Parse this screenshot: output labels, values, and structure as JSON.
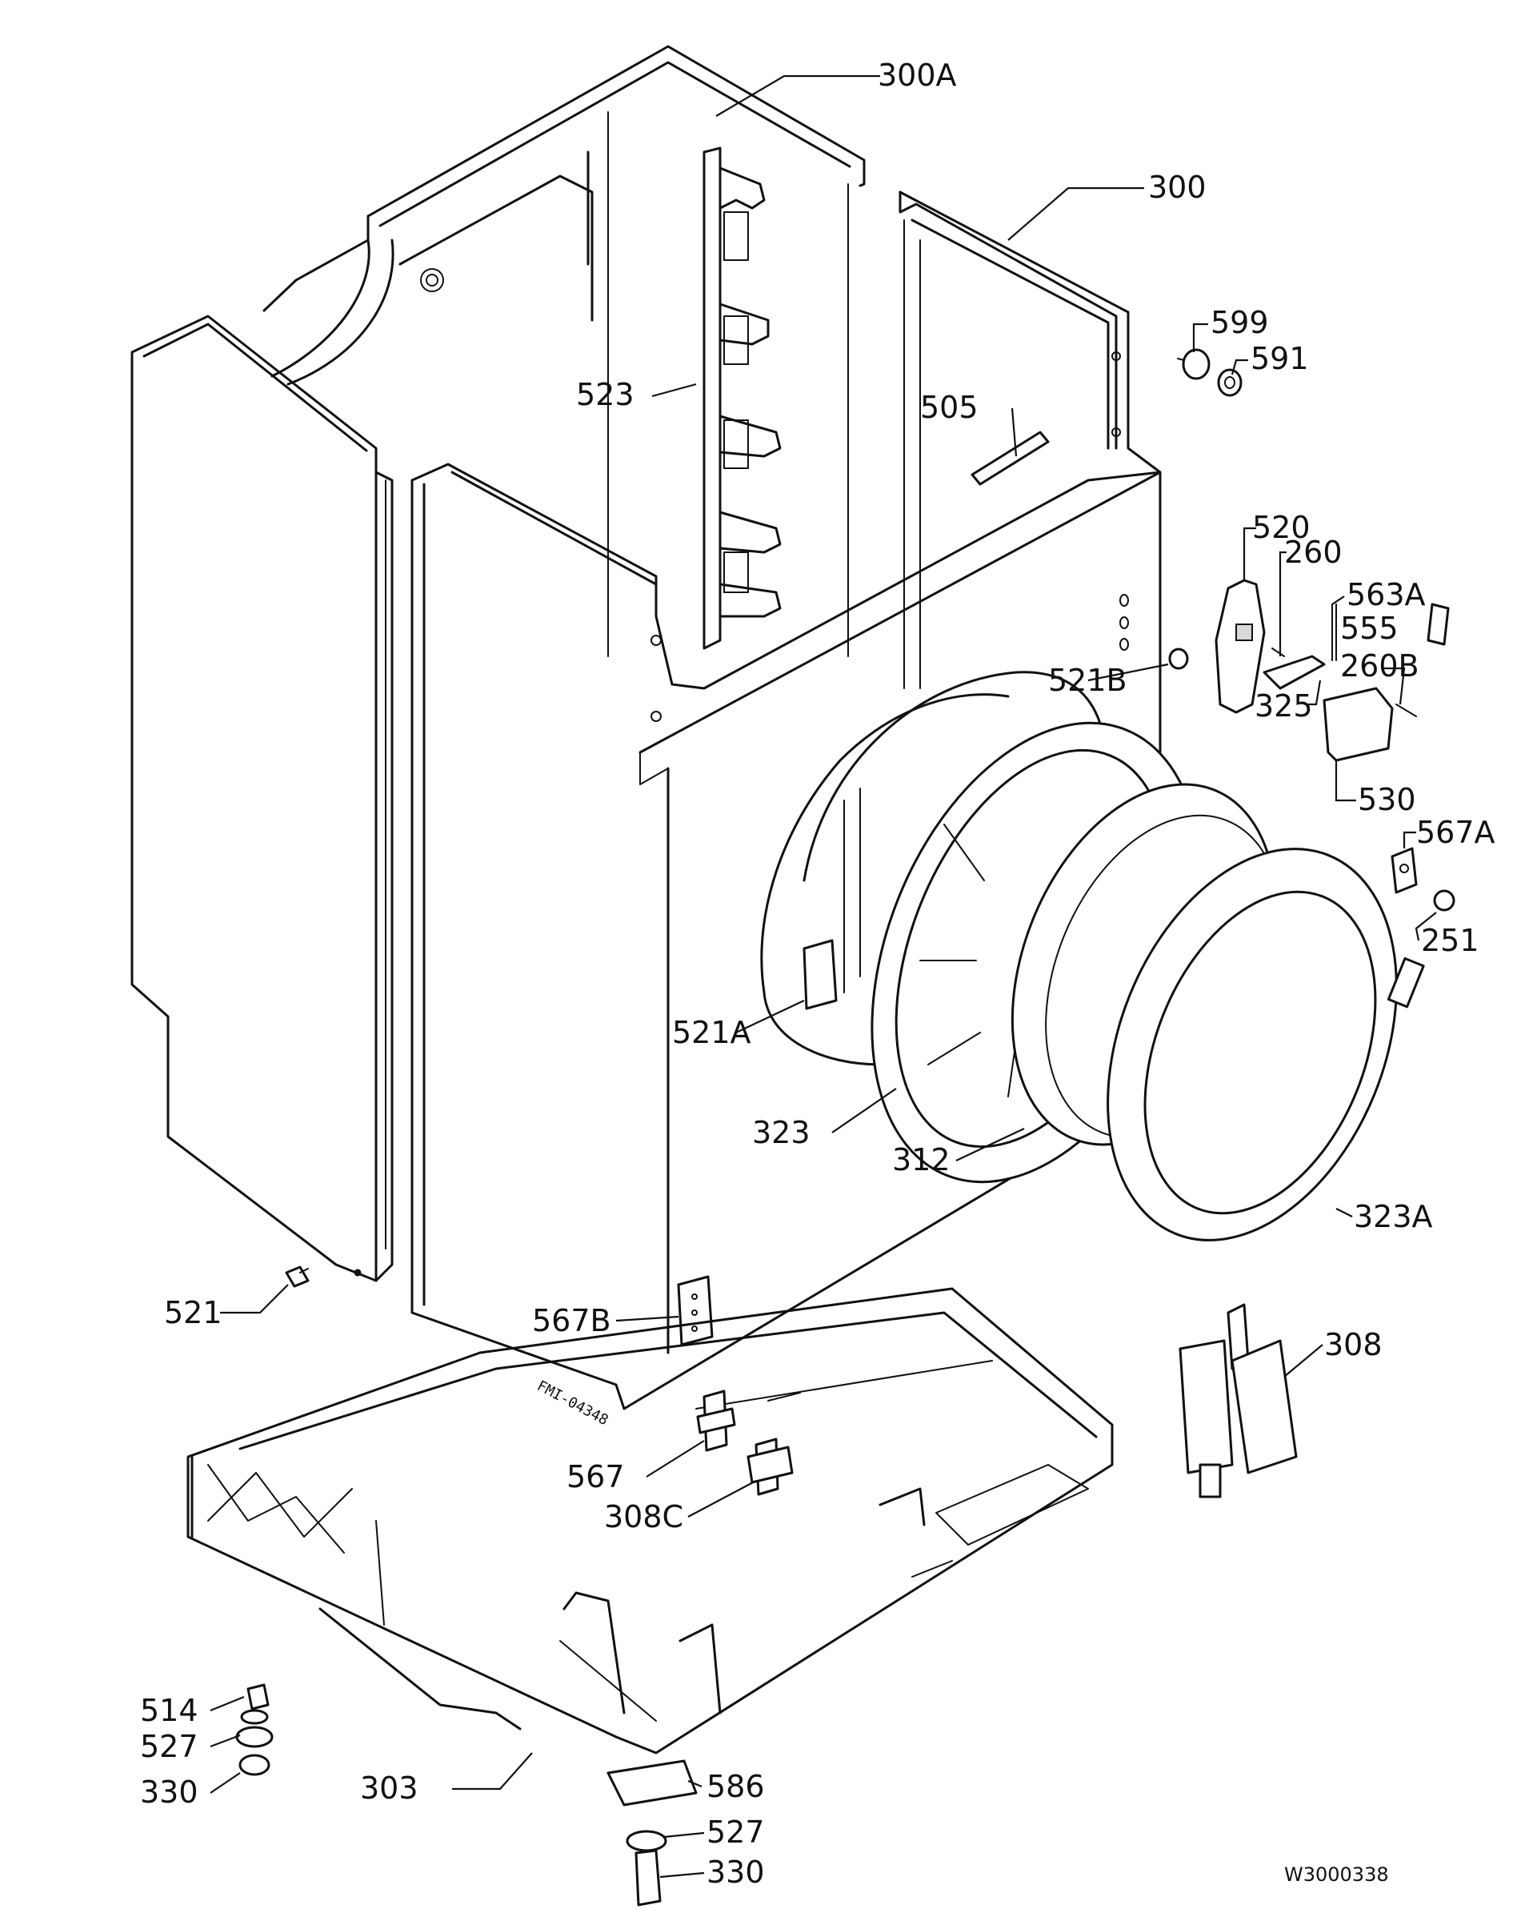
{
  "diagram": {
    "callouts": [
      {
        "label": "300A"
      },
      {
        "label": "300"
      },
      {
        "label": "599"
      },
      {
        "label": "591"
      },
      {
        "label": "523"
      },
      {
        "label": "505"
      },
      {
        "label": "520"
      },
      {
        "label": "260"
      },
      {
        "label": "563A"
      },
      {
        "label": "555"
      },
      {
        "label": "260B"
      },
      {
        "label": "521B"
      },
      {
        "label": "325"
      },
      {
        "label": "530"
      },
      {
        "label": "567A"
      },
      {
        "label": "251"
      },
      {
        "label": "521A"
      },
      {
        "label": "323"
      },
      {
        "label": "312"
      },
      {
        "label": "323A"
      },
      {
        "label": "521"
      },
      {
        "label": "567B"
      },
      {
        "label": "308"
      },
      {
        "label": "567"
      },
      {
        "label": "308C"
      },
      {
        "label": "514"
      },
      {
        "label": "527"
      },
      {
        "label": "330"
      },
      {
        "label": "303"
      },
      {
        "label": "586"
      },
      {
        "label": "527"
      },
      {
        "label": "330"
      }
    ],
    "stamp": "FMI-04348",
    "figure_code": "W3000338"
  }
}
